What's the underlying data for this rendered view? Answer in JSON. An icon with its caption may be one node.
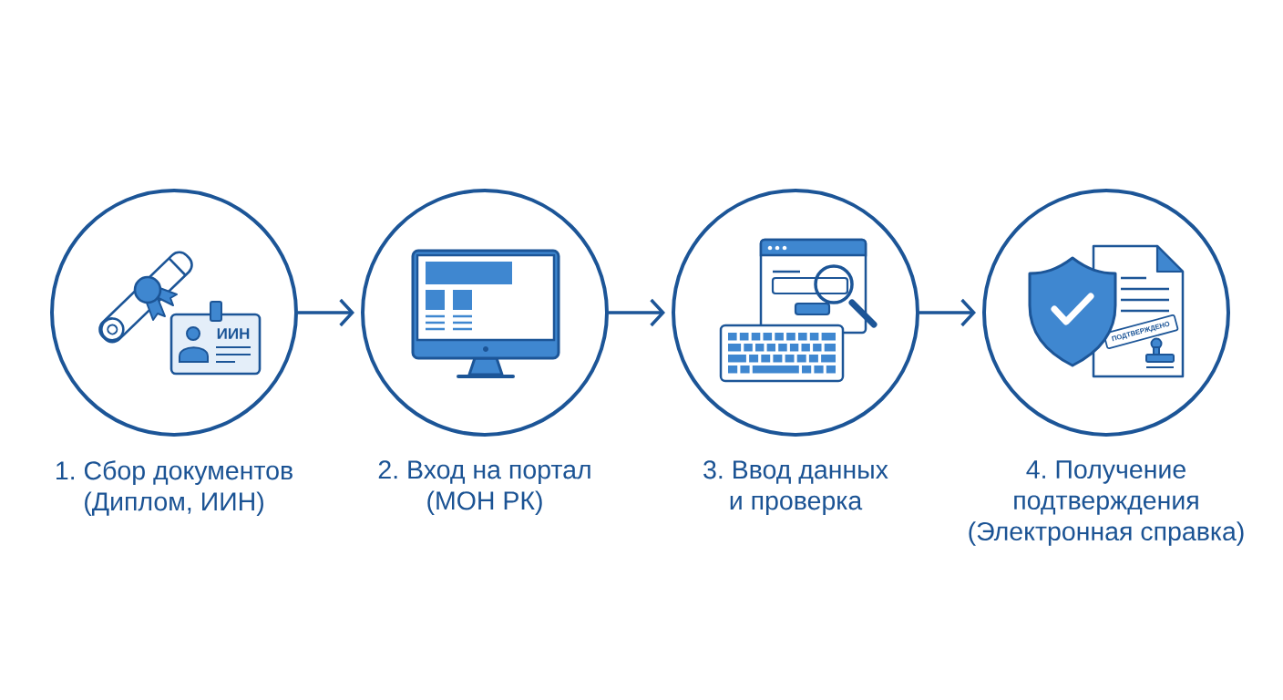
{
  "diagram": {
    "nodes": [
      {
        "text": [
          "1. Сбор документов (Диплом, ИИН)"
        ]
      },
      {
        "text": [
          "2. Вход на портал (МОН РК)"
        ]
      },
      {
        "text": [
          "3. Ввод данных и проверка"
        ]
      },
      {
        "text": [
          "4. Получение подтверждения (Электронная справка)"
        ]
      }
    ],
    "edges": [
      {
        "from": 0,
        "to": 1,
        "arrow": "to"
      },
      {
        "from": 1,
        "to": 2,
        "arrow": "to"
      },
      {
        "from": 2,
        "to": 3,
        "arrow": "to"
      }
    ],
    "labels": [
      "ИИН",
      "ПОДТВЕРЖДЕНО"
    ]
  }
}
